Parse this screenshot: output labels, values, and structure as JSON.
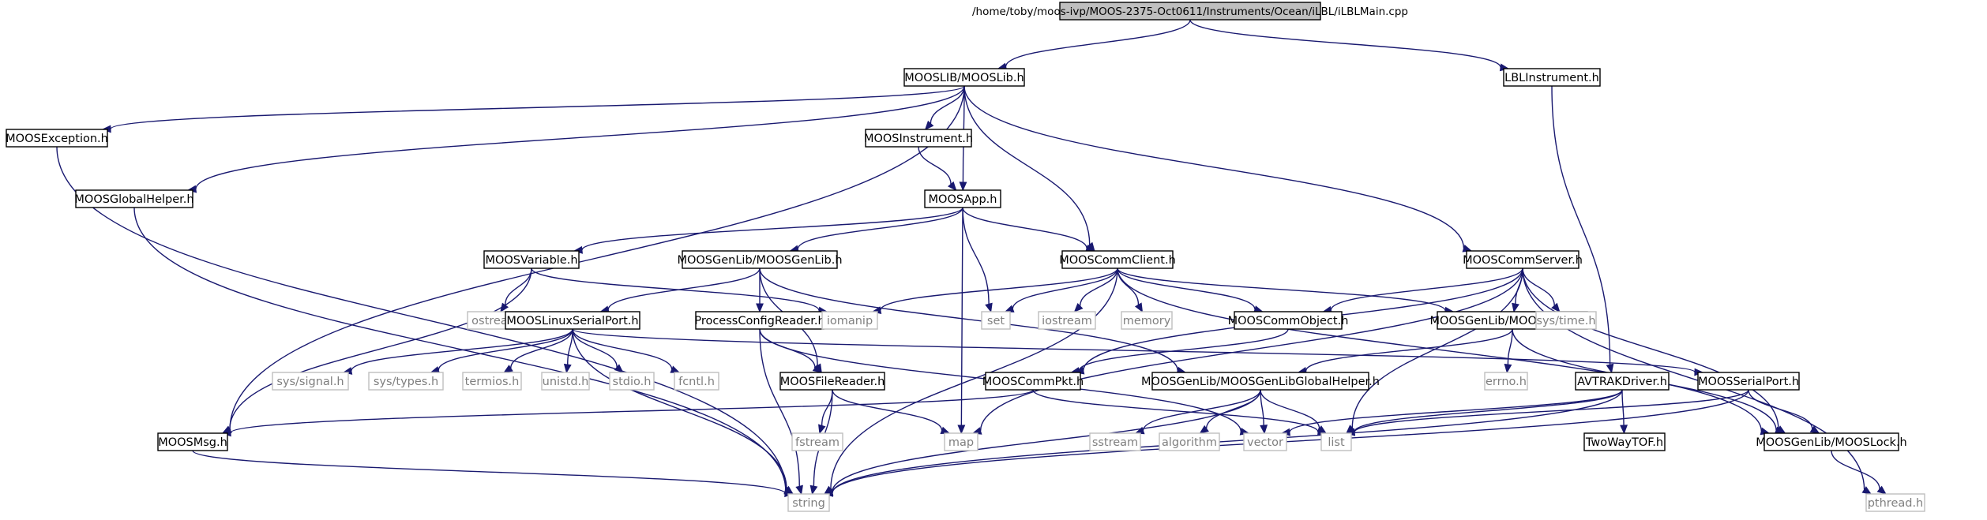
{
  "colors": {
    "edge": "#191970",
    "root_fill": "#bfbfbf",
    "node_border": "#000000",
    "external_border": "#bfbfbf",
    "external_text": "#7f7f7f",
    "text": "#000000"
  },
  "nodes": [
    {
      "id": "root",
      "label": "/home/toby/moos-ivp/MOOS-2375-Oct0611/Instruments/Ocean/iLBL/iLBLMain.cpp",
      "kind": "root"
    },
    {
      "id": "mooslib",
      "label": "MOOSLIB/MOOSLib.h",
      "kind": "file"
    },
    {
      "id": "lblinstrument",
      "label": "LBLInstrument.h",
      "kind": "file"
    },
    {
      "id": "moosexception",
      "label": "MOOSException.h",
      "kind": "file"
    },
    {
      "id": "moosglobalhelper",
      "label": "MOOSGlobalHelper.h",
      "kind": "file"
    },
    {
      "id": "moosinstrument",
      "label": "MOOSInstrument.h",
      "kind": "file"
    },
    {
      "id": "moosapp",
      "label": "MOOSApp.h",
      "kind": "file"
    },
    {
      "id": "moosvariable",
      "label": "MOOSVariable.h",
      "kind": "file"
    },
    {
      "id": "moosgenlib",
      "label": "MOOSGenLib/MOOSGenLib.h",
      "kind": "file"
    },
    {
      "id": "mooscommclient",
      "label": "MOOSCommClient.h",
      "kind": "file"
    },
    {
      "id": "mooscommserver",
      "label": "MOOSCommServer.h",
      "kind": "file"
    },
    {
      "id": "ostream",
      "label": "ostream",
      "kind": "external"
    },
    {
      "id": "mooslinuxserialport",
      "label": "MOOSLinuxSerialPort.h",
      "kind": "file"
    },
    {
      "id": "processconfigreader",
      "label": "ProcessConfigReader.h",
      "kind": "file"
    },
    {
      "id": "iomanip",
      "label": "iomanip",
      "kind": "external"
    },
    {
      "id": "set",
      "label": "set",
      "kind": "external"
    },
    {
      "id": "iostream",
      "label": "iostream",
      "kind": "external"
    },
    {
      "id": "memory",
      "label": "memory",
      "kind": "external"
    },
    {
      "id": "mooscommobject",
      "label": "MOOSCommObject.h",
      "kind": "file"
    },
    {
      "id": "moosthread",
      "label": "MOOSGenLib/MOOSThread.h",
      "kind": "file"
    },
    {
      "id": "systime",
      "label": "sys/time.h",
      "kind": "external"
    },
    {
      "id": "syssignal",
      "label": "sys/signal.h",
      "kind": "external"
    },
    {
      "id": "systypes",
      "label": "sys/types.h",
      "kind": "external"
    },
    {
      "id": "termios",
      "label": "termios.h",
      "kind": "external"
    },
    {
      "id": "unistd",
      "label": "unistd.h",
      "kind": "external"
    },
    {
      "id": "stdio",
      "label": "stdio.h",
      "kind": "external"
    },
    {
      "id": "fcntl",
      "label": "fcntl.h",
      "kind": "external"
    },
    {
      "id": "moosfilereader",
      "label": "MOOSFileReader.h",
      "kind": "file"
    },
    {
      "id": "mooscommpkt",
      "label": "MOOSCommPkt.h",
      "kind": "file"
    },
    {
      "id": "moosgenlibglobalhelper",
      "label": "MOOSGenLib/MOOSGenLibGlobalHelper.h",
      "kind": "file"
    },
    {
      "id": "errno",
      "label": "errno.h",
      "kind": "external"
    },
    {
      "id": "avtrakdriver",
      "label": "AVTRAKDriver.h",
      "kind": "file"
    },
    {
      "id": "mooserialport",
      "label": "MOOSSerialPort.h",
      "kind": "file"
    },
    {
      "id": "moosmsg",
      "label": "MOOSMsg.h",
      "kind": "file"
    },
    {
      "id": "fstream",
      "label": "fstream",
      "kind": "external"
    },
    {
      "id": "map",
      "label": "map",
      "kind": "external"
    },
    {
      "id": "sstream",
      "label": "sstream",
      "kind": "external"
    },
    {
      "id": "algorithm",
      "label": "algorithm",
      "kind": "external"
    },
    {
      "id": "vector",
      "label": "vector",
      "kind": "external"
    },
    {
      "id": "list",
      "label": "list",
      "kind": "external"
    },
    {
      "id": "twowaytof",
      "label": "TwoWayTOF.h",
      "kind": "file"
    },
    {
      "id": "mooslock",
      "label": "MOOSGenLib/MOOSLock.h",
      "kind": "file"
    },
    {
      "id": "string",
      "label": "string",
      "kind": "external"
    },
    {
      "id": "pthread",
      "label": "pthread.h",
      "kind": "external"
    }
  ],
  "edges": [
    [
      "root",
      "mooslib"
    ],
    [
      "root",
      "lblinstrument"
    ],
    [
      "mooslib",
      "moosexception"
    ],
    [
      "mooslib",
      "moosglobalhelper"
    ],
    [
      "mooslib",
      "moosinstrument"
    ],
    [
      "mooslib",
      "moosapp"
    ],
    [
      "mooslib",
      "mooscommclient"
    ],
    [
      "mooslib",
      "mooscommserver"
    ],
    [
      "mooslib",
      "moosmsg"
    ],
    [
      "lblinstrument",
      "avtrakdriver"
    ],
    [
      "moosexception",
      "string"
    ],
    [
      "moosglobalhelper",
      "string"
    ],
    [
      "moosinstrument",
      "moosapp"
    ],
    [
      "moosapp",
      "moosvariable"
    ],
    [
      "moosapp",
      "moosgenlib"
    ],
    [
      "moosapp",
      "mooscommclient"
    ],
    [
      "moosapp",
      "set"
    ],
    [
      "moosapp",
      "map"
    ],
    [
      "moosvariable",
      "ostream"
    ],
    [
      "moosvariable",
      "iomanip"
    ],
    [
      "moosvariable",
      "moosmsg"
    ],
    [
      "moosgenlib",
      "mooslinuxserialport"
    ],
    [
      "moosgenlib",
      "processconfigreader"
    ],
    [
      "moosgenlib",
      "moosfilereader"
    ],
    [
      "moosgenlib",
      "moosgenlibglobalhelper"
    ],
    [
      "mooscommclient",
      "iomanip"
    ],
    [
      "mooscommclient",
      "set"
    ],
    [
      "mooscommclient",
      "iostream"
    ],
    [
      "mooscommclient",
      "memory"
    ],
    [
      "mooscommclient",
      "mooscommobject"
    ],
    [
      "mooscommclient",
      "moosthread"
    ],
    [
      "mooscommclient",
      "mooslock"
    ],
    [
      "mooscommclient",
      "string"
    ],
    [
      "mooscommserver",
      "mooscommobject"
    ],
    [
      "mooscommserver",
      "moosthread"
    ],
    [
      "mooscommserver",
      "systime"
    ],
    [
      "mooscommserver",
      "mooscommpkt"
    ],
    [
      "mooscommserver",
      "map"
    ],
    [
      "mooscommserver",
      "list"
    ],
    [
      "mooscommserver",
      "mooslock"
    ],
    [
      "mooscommserver",
      "pthread"
    ],
    [
      "mooslinuxserialport",
      "syssignal"
    ],
    [
      "mooslinuxserialport",
      "systypes"
    ],
    [
      "mooslinuxserialport",
      "termios"
    ],
    [
      "mooslinuxserialport",
      "unistd"
    ],
    [
      "mooslinuxserialport",
      "stdio"
    ],
    [
      "mooslinuxserialport",
      "fcntl"
    ],
    [
      "mooslinuxserialport",
      "mooserialport"
    ],
    [
      "mooslinuxserialport",
      "string"
    ],
    [
      "processconfigreader",
      "moosfilereader"
    ],
    [
      "processconfigreader",
      "string"
    ],
    [
      "processconfigreader",
      "vector"
    ],
    [
      "moosfilereader",
      "fstream"
    ],
    [
      "moosfilereader",
      "map"
    ],
    [
      "moosfilereader",
      "string"
    ],
    [
      "mooscommobject",
      "mooscommpkt"
    ],
    [
      "moosthread",
      "errno"
    ],
    [
      "moosthread",
      "moosgenlibglobalhelper"
    ],
    [
      "moosthread",
      "mooslock"
    ],
    [
      "mooscommpkt",
      "moosmsg"
    ],
    [
      "mooscommpkt",
      "list"
    ],
    [
      "moosgenlibglobalhelper",
      "sstream"
    ],
    [
      "moosgenlibglobalhelper",
      "algorithm"
    ],
    [
      "moosgenlibglobalhelper",
      "vector"
    ],
    [
      "moosgenlibglobalhelper",
      "list"
    ],
    [
      "moosgenlibglobalhelper",
      "string"
    ],
    [
      "avtrakdriver",
      "twowaytof"
    ],
    [
      "avtrakdriver",
      "vector"
    ],
    [
      "avtrakdriver",
      "list"
    ],
    [
      "avtrakdriver",
      "string"
    ],
    [
      "mooserialport",
      "list"
    ],
    [
      "mooserialport",
      "mooslock"
    ],
    [
      "mooserialport",
      "string"
    ],
    [
      "moosmsg",
      "string"
    ],
    [
      "mooslock",
      "pthread"
    ]
  ]
}
